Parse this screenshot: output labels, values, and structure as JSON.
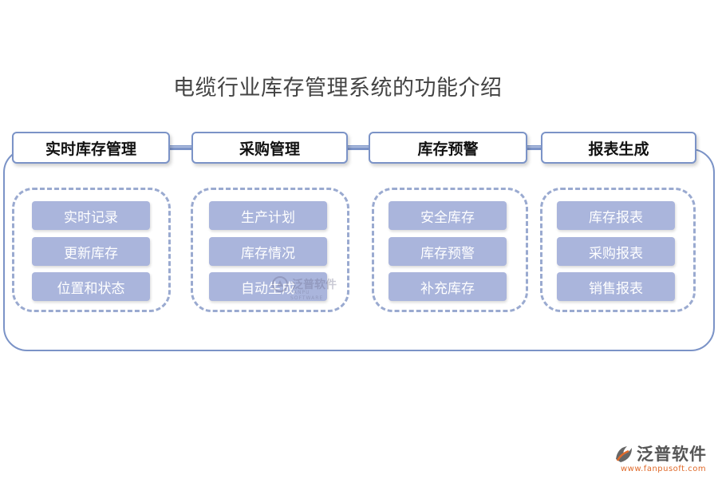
{
  "title": "电缆行业库存管理系统的功能介绍",
  "columns": [
    {
      "header": "实时库存管理",
      "items": [
        "实时记录",
        "更新库存",
        "位置和状态"
      ]
    },
    {
      "header": "采购管理",
      "items": [
        "生产计划",
        "库存情况",
        "自动生成"
      ]
    },
    {
      "header": "库存预警",
      "items": [
        "安全库存",
        "库存预警",
        "补充库存"
      ]
    },
    {
      "header": "报表生成",
      "items": [
        "库存报表",
        "采购报表",
        "销售报表"
      ]
    }
  ],
  "watermark": {
    "text": "泛普软件",
    "sub": "FANPU SOFTWARE"
  },
  "logo": {
    "name": "泛普软件",
    "url": "www.fanpusoft.com",
    "icon": "fanpu-logo-icon"
  },
  "colors": {
    "frame": "#7b93c7",
    "item_fill": "#aab5dc",
    "item_text": "#ffffff",
    "dash": "#9aaad0",
    "logo_accent": "#e06a2a"
  }
}
